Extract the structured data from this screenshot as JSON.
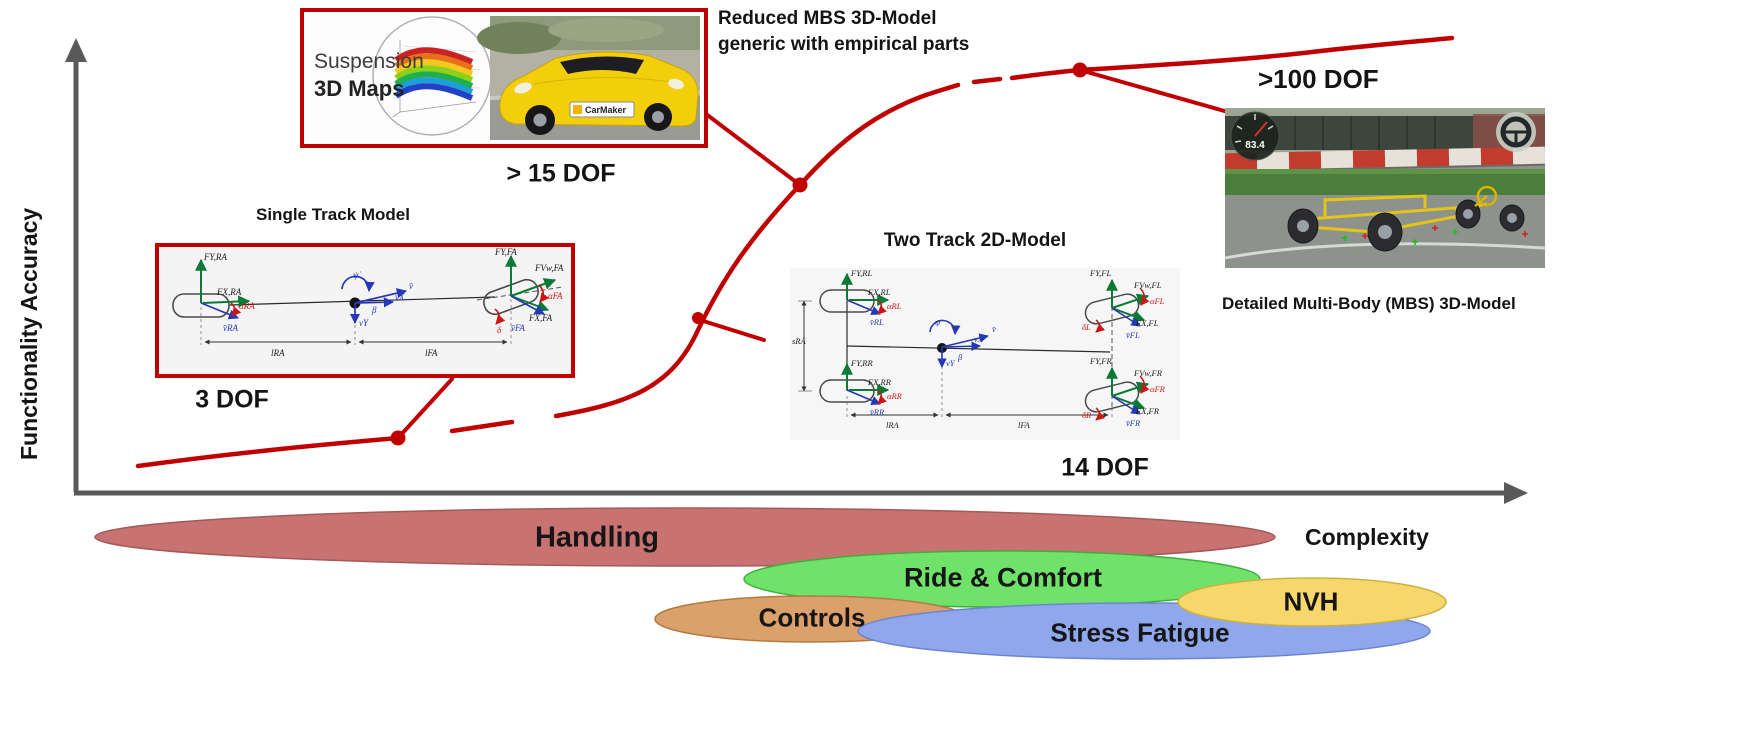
{
  "axes": {
    "y_label": "Functionality Accuracy",
    "x_label": "Complexity"
  },
  "colors": {
    "curve": "#c00000",
    "axis": "#595959"
  },
  "top_note": {
    "line1": "Reduced MBS 3D-Model",
    "line2": "generic with empirical parts"
  },
  "models": {
    "single_track": {
      "title": "Single Track Model",
      "dof": "3 DOF",
      "labels": {
        "fy_ra": "FY,RA",
        "fx_ra": "FX,RA",
        "alpha_ra": "αRA",
        "v_ra": "v̄RA",
        "psi": "ψ̇",
        "beta": "β",
        "v": "v̄",
        "vx": "vX",
        "vy": "vY",
        "fy_fa": "FY,FA",
        "fvw_fa": "FVw,FA",
        "alpha_fa": "αFA",
        "fx_fa": "FX,FA",
        "v_fa": "v̄FA",
        "delta": "δ",
        "l_ra": "lRA",
        "l_fa": "lFA"
      }
    },
    "suspension": {
      "title_line1": "Suspension",
      "title_line2": "3D Maps",
      "dof": "> 15 DOF",
      "car_badge": "CarMaker"
    },
    "two_track": {
      "title": "Two Track 2D-Model",
      "dof": "14 DOF",
      "labels": {
        "fy_rl": "FY,RL",
        "fx_rl": "FX,RL",
        "v_rl": "v̄RL",
        "alpha_rl": "αRL",
        "fy_rr": "FY,RR",
        "fx_rr": "FX,RR",
        "v_rr": "v̄RR",
        "alpha_rr": "αRR",
        "fy_fl": "FY,FL",
        "fvw_fl": "FVw,FL",
        "alpha_fl": "αFL",
        "fx_fl": "FX,FL",
        "v_fl": "v̄FL",
        "delta_l": "δL",
        "fy_fr": "FY,FR",
        "fvw_fr": "FVw,FR",
        "alpha_fr": "αFR",
        "fx_fr": "FX,FR",
        "v_fr": "v̄FR",
        "delta_r": "δR",
        "v": "v̄",
        "vx": "vX",
        "vy": "vY",
        "beta": "β",
        "psi": "ψ̇",
        "s_ra": "sRA",
        "l_ra": "lRA",
        "l_fa": "lFA"
      }
    },
    "detailed_mbs": {
      "dof": ">100 DOF",
      "caption": "Detailed Multi-Body (MBS) 3D-Model",
      "speed_readout": "83.4"
    }
  },
  "ellipses": {
    "handling": {
      "label": "Handling",
      "color": "#c87372"
    },
    "ride_comfort": {
      "label": "Ride & Comfort",
      "color": "#6fe26a"
    },
    "controls": {
      "label": "Controls",
      "color": "#dca06b"
    },
    "stress_fatigue": {
      "label": "Stress Fatigue",
      "color": "#8fa7ec"
    },
    "nvh": {
      "label": "NVH",
      "color": "#f5d76c"
    }
  }
}
